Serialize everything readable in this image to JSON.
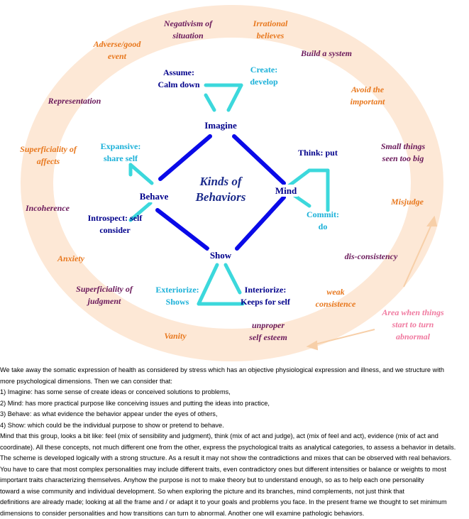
{
  "diagram": {
    "center_title_line1": "Kinds of",
    "center_title_line2": "Behaviors",
    "nodes": {
      "imagine": "Imagine",
      "mind": "Mind",
      "behave": "Behave",
      "show": "Show"
    },
    "sub": {
      "assume": [
        "Assume:",
        "Calm down"
      ],
      "create": [
        "Create:",
        "develop"
      ],
      "think": [
        "Think: put"
      ],
      "commit": [
        "Commit:",
        "do"
      ],
      "expansive": [
        "Expansive:",
        "share self"
      ],
      "introspect": [
        "Introspect: self",
        "consider"
      ],
      "exteriorize": [
        "Exteriorize:",
        "Shows"
      ],
      "interiorize": [
        "Interiorize:",
        "Keeps for self"
      ]
    },
    "ring_labels": {
      "negativism": [
        "Negativism of",
        "situation"
      ],
      "irrational": [
        "Irrational",
        "believes"
      ],
      "adverse": [
        "Adverse/good",
        "event"
      ],
      "build": [
        "Build a system"
      ],
      "representation": [
        "Representation"
      ],
      "avoid": [
        "Avoid  the",
        "important"
      ],
      "superficiality_affects": [
        "Superficiality of",
        "affects"
      ],
      "small_things": [
        "Small things",
        "seen too big"
      ],
      "incoherence": [
        "Incoherence"
      ],
      "misjudge": [
        "Misjudge"
      ],
      "anxiety": [
        "Anxiety"
      ],
      "disconsistency": [
        "dis-consistency"
      ],
      "superficiality_judgment": [
        "Superficiality of",
        "judgment"
      ],
      "weak": [
        "weak",
        "consistence"
      ],
      "vanity": [
        "Vanity"
      ],
      "unproper": [
        "unproper",
        "self esteem"
      ]
    },
    "area_note": [
      "Area when things",
      "start to turn",
      "abnormal"
    ],
    "colors": {
      "ring": "#fde8d6",
      "main_line": "#0a0ae8",
      "sub_line": "#3cd8dc",
      "arrow": "#f7cfa8"
    }
  },
  "text_lines": [
    "We take away the somatic expression of health as considered by stress which has an objective physiological expression and illness, and we structure with",
    "more psychological dimensions. Then we can consider that:",
    "1) Imagine: has some sense of create ideas or conceived solutions to problems,",
    "2) Mind: has more practical purpose like conceiving issues and putting the ideas into practice,",
    "3) Behave: as what evidence the behavior appear under the eyes of others,",
    "4) Show: which could be the individual purpose to show or pretend to behave.",
    "Mind that this group, looks a bit like: feel (mix of sensibility and judgment), think (mix of act and judge), act (mix of feel and act), evidence (mix of act and",
    "coordinate). All these concepts, not much different one from the other, express the psychological traits as analytical categories, to assess a behavior in details.",
    "The scheme is developed logically with a strong structure. As a result it may not show the contradictions and mixes that can be observed with real behaviors.",
    "You have to care that most complex personalities may include different traits, even contradictory ones but different intensities or balance or weights to most",
    "important traits characterizing themselves. Anyhow the purpose is not to make theory but to understand enough, so as to help each one personality",
    " toward a wise community and individual development. So when exploring the picture and its branches, mind complements, not just think that",
    "definitions are already made; looking at all the frame and / or adapt it to your goals and problems you face. In the present frame we thought to set minimum",
    "dimensions to consider personalities and how transitions can turn to abnormal. Another one will examine pathologic behaviors."
  ]
}
